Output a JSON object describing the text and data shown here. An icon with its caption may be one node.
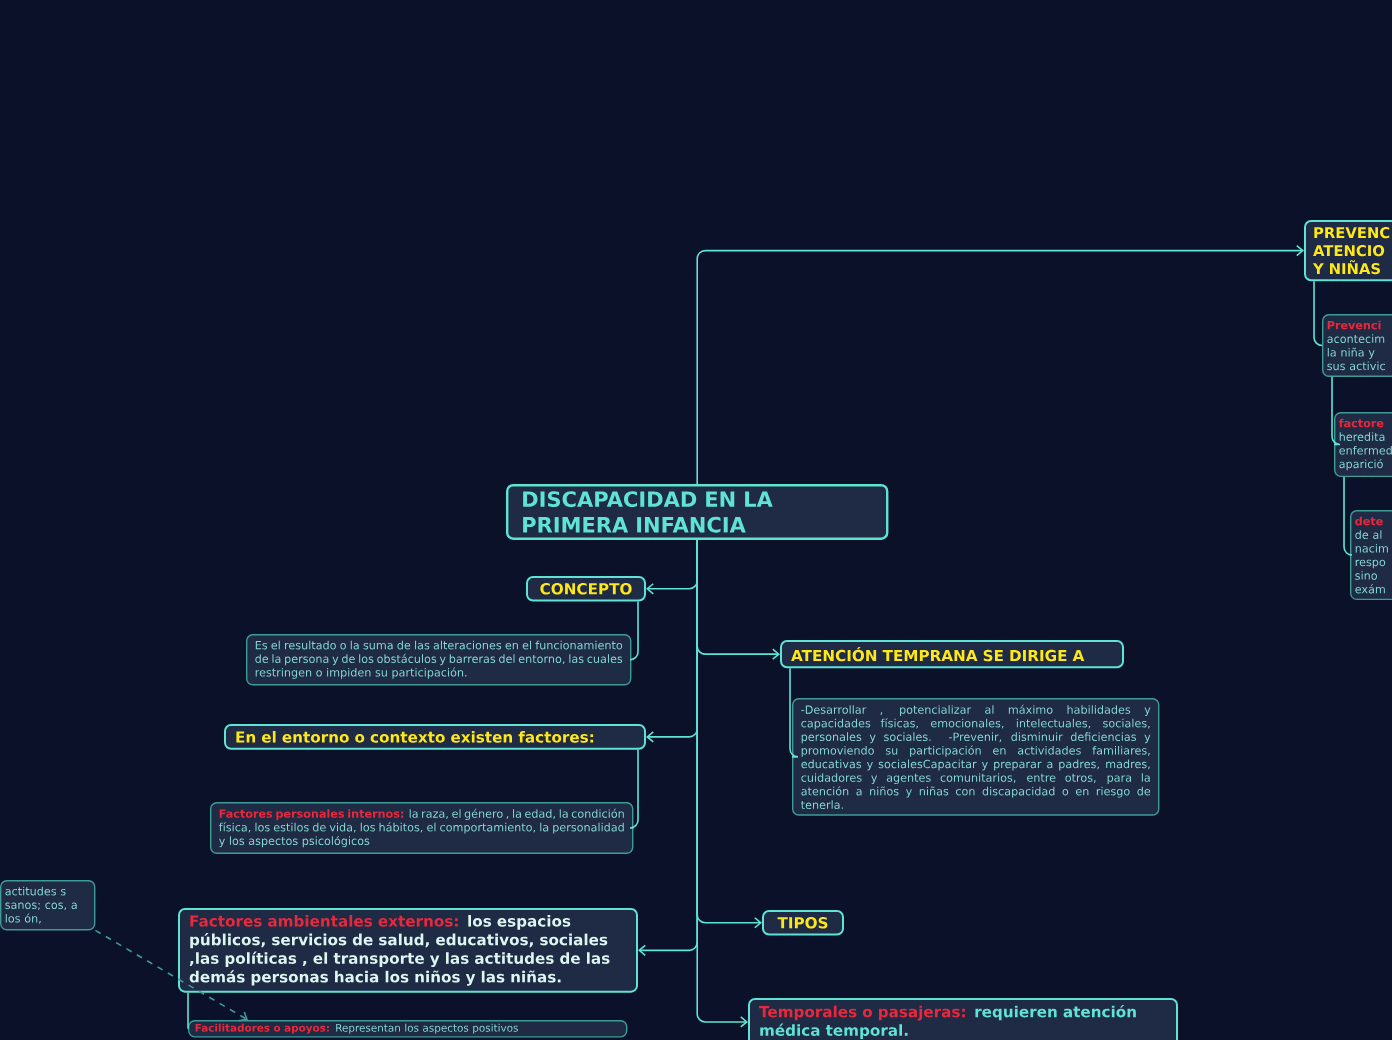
{
  "diagram": {
    "nodes": [
      {
        "text": [
          "DISCAPACIDAD EN LA PRIMERA INFANCIA"
        ]
      },
      {
        "text": [
          "CONCEPTO"
        ]
      },
      {
        "text": [
          "Es el resultado o la suma de las alteraciones en el funcionamiento de la persona y de los obstáculos y barreras del entorno, las cuales restringen o impiden su participación."
        ]
      },
      {
        "text": [
          "En el entorno o contexto existen factores:"
        ]
      },
      {
        "text": [
          "Factores personales internos:",
          "la raza, el género , la edad, la condición física, los estilos de vida, los hábitos, el comportamiento, la personalidad y los aspectos psicológicos"
        ]
      },
      {
        "text": [
          "Factores ambientales externos:",
          "los espacios públicos, servicios de salud, educativos, sociales ,las políticas , el transporte y las actitudes de las demás personas hacia los niños y las niñas."
        ]
      },
      {
        "text": [
          "Facilitadores o apoyos:",
          "Representan los aspectos positivos"
        ]
      },
      {
        "text": [
          "actitudes s sanos; cos, a los ón,"
        ]
      },
      {
        "text": [
          "ATENCIÓN TEMPRANA SE DIRIGE A"
        ]
      },
      {
        "text": [
          "-Desarrollar , potencializar al máximo habilidades y capacidades físicas, emocionales, intelectuales, sociales, personales y sociales. -Prevenir, disminuir deficiencias y promoviendo su participación en actividades familiares, educativas y socialesCapacitar y preparar a padres, madres, cuidadores y agentes comunitarios, entre otros, para la atención a niños y niñas con discapacidad o en riesgo de tenerla."
        ]
      },
      {
        "text": [
          "TIPOS"
        ]
      },
      {
        "text": [
          "Temporales o pasajeras:",
          "requieren atención médica temporal."
        ]
      },
      {
        "text": [
          "PREVENC ATENCIO Y NIÑAS"
        ]
      },
      {
        "text": [
          "Prevenci",
          "acontecim la niña y sus activic"
        ]
      },
      {
        "text": [
          "factore",
          "heredita enfermed aparició"
        ]
      },
      {
        "text": [
          "dete",
          "de al nacim respo sino exám"
        ]
      }
    ],
    "edges": [
      {
        "from": 0,
        "to": 1,
        "arrow": "to"
      },
      {
        "from": 1,
        "to": 2,
        "arrow": "none"
      },
      {
        "from": 0,
        "to": 3,
        "arrow": "to"
      },
      {
        "from": 3,
        "to": 4,
        "arrow": "none"
      },
      {
        "from": 0,
        "to": 5,
        "arrow": "to"
      },
      {
        "from": 5,
        "to": 6,
        "arrow": "none"
      },
      {
        "from": 7,
        "to": 6,
        "arrow": "to",
        "style": "dashed"
      },
      {
        "from": 0,
        "to": 8,
        "arrow": "to"
      },
      {
        "from": 8,
        "to": 9,
        "arrow": "none"
      },
      {
        "from": 0,
        "to": 10,
        "arrow": "to"
      },
      {
        "from": 0,
        "to": 11,
        "arrow": "to"
      },
      {
        "from": 0,
        "to": 12,
        "arrow": "to"
      },
      {
        "from": 12,
        "to": 13,
        "arrow": "none"
      },
      {
        "from": 13,
        "to": 14,
        "arrow": "none"
      },
      {
        "from": 14,
        "to": 15,
        "arrow": "none"
      }
    ]
  }
}
